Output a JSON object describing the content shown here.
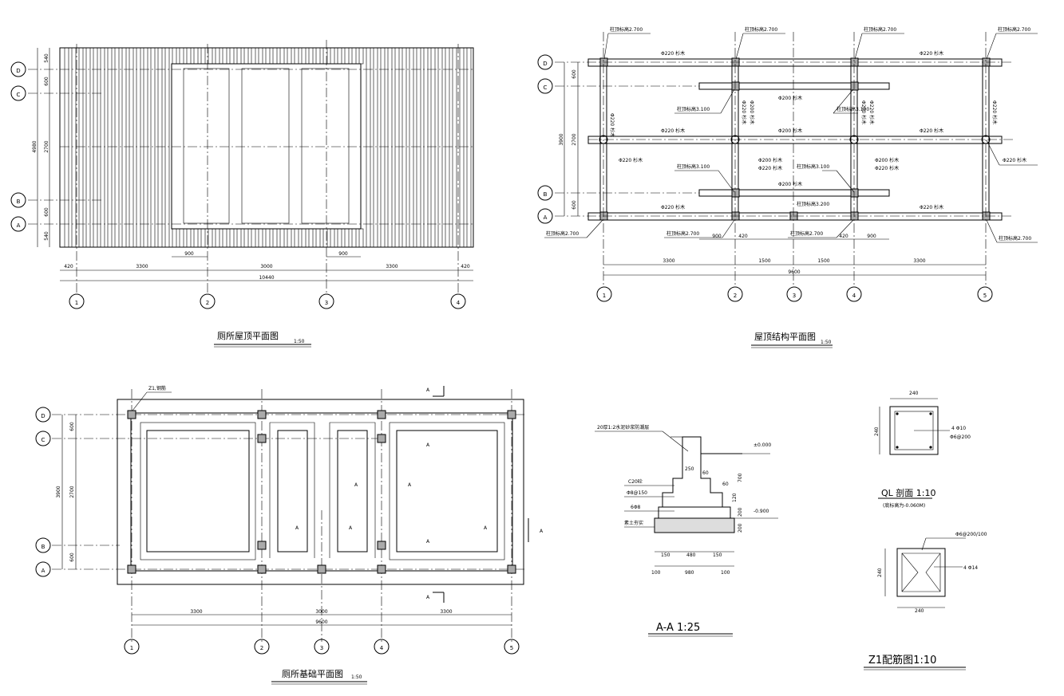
{
  "roof_plan": {
    "title": "厕所屋顶平面图",
    "scale": "1:50",
    "axes_x": [
      "1",
      "2",
      "3",
      "4"
    ],
    "axes_y": [
      "D",
      "C",
      "B",
      "A"
    ],
    "dims_left": [
      "540",
      "600",
      "2700",
      "600",
      "540"
    ],
    "dims_left_total": "4980",
    "dims_bottom": [
      "420",
      "3300",
      "3000",
      "3300",
      "420"
    ],
    "dims_bottom_total": "10440",
    "dims_inner": [
      "900",
      "900"
    ]
  },
  "roof_structure": {
    "title": "屋顶结构平面图",
    "scale": "1:50",
    "axes_x": [
      "1",
      "2",
      "3",
      "4",
      "5"
    ],
    "axes_y": [
      "D",
      "C",
      "B",
      "A"
    ],
    "dims_left": [
      "600",
      "2700",
      "600"
    ],
    "dims_left_total": "3900",
    "dims_bottom": [
      "3300",
      "1500",
      "1500",
      "3300"
    ],
    "dims_bottom_total": "9600",
    "dims_inner": [
      "900",
      "420",
      "420",
      "900"
    ],
    "labels": {
      "top_elev": "柱顶标高2.700",
      "beam220": "Φ220 杉木",
      "beam200": "Φ200 杉木",
      "col_elev_c": "柱顶标高3.100",
      "col_elev_33": "柱顶标高3.100",
      "center_col": "柱顶标高3.100",
      "mid_elev": "柱顶标高3.200",
      "bot_elev": "柱顶标高2.700"
    }
  },
  "foundation_plan": {
    "title": "厕所基础平面图",
    "scale": "1:50",
    "axes_x": [
      "1",
      "2",
      "3",
      "4",
      "5"
    ],
    "axes_y": [
      "D",
      "C",
      "B",
      "A"
    ],
    "dims_left": [
      "600",
      "2700",
      "600"
    ],
    "dims_left_total": "3900",
    "dims_bottom": [
      "3300",
      "3000",
      "3300"
    ],
    "dims_bottom_total": "9600",
    "col_note": "Z1,钢筋",
    "section_mark": "A"
  },
  "section_aa": {
    "title": "A-A  1:25",
    "note_top": "20厚1:2水泥砂浆防潮层",
    "elev_top": "±0.000",
    "elev_bot": "-0.900",
    "c20": "C20砼",
    "rebar1": "Φ8@150",
    "rebar2": "6Φ8",
    "base": "素土夯实",
    "dims": [
      "250",
      "60",
      "60",
      "700",
      "120",
      "200",
      "200",
      "150",
      "480",
      "150",
      "100",
      "980",
      "100"
    ]
  },
  "ql_section": {
    "title": "QL 剖面  1:10",
    "note": "(底标高为-0.060M)",
    "width": "240",
    "height": "240",
    "rebar_main": "4 Φ10",
    "rebar_tie": "Φ6@200"
  },
  "z1_detail": {
    "title": "Z1配筋图1:10",
    "width": "240",
    "height": "240",
    "rebar_main": "4 Φ14",
    "rebar_tie": "Φ6@200/100"
  }
}
